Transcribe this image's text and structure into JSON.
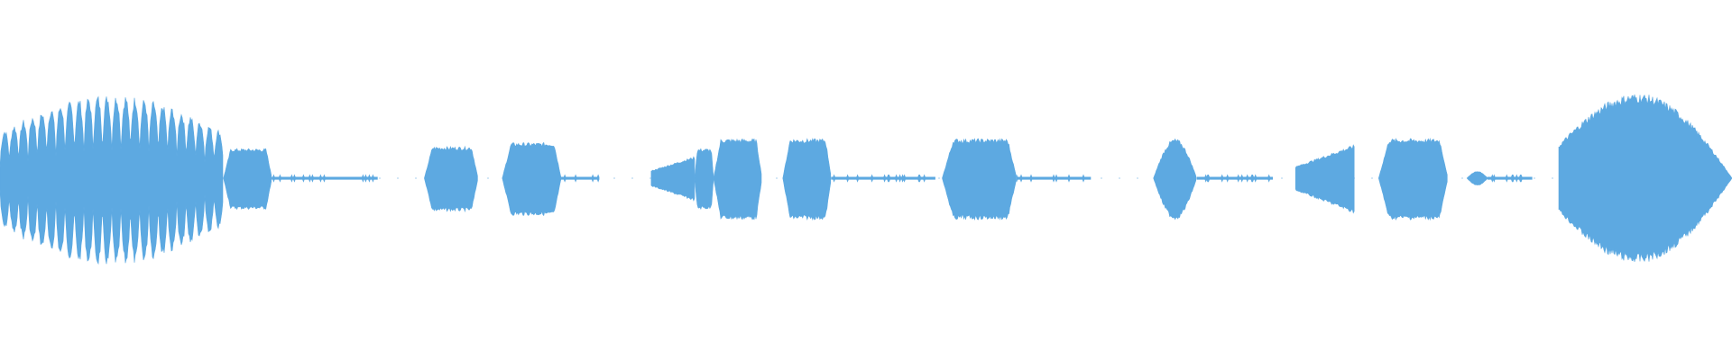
{
  "waveform": {
    "color": "#5DA9E1",
    "background": "#ffffff",
    "segments": [
      {
        "kind": "tone",
        "start": 0.0,
        "end": 0.129,
        "peak": 0.85,
        "pulses": 24
      },
      {
        "kind": "burst",
        "start": 0.129,
        "end": 0.157,
        "peak": 0.3
      },
      {
        "kind": "hiss",
        "start": 0.157,
        "end": 0.218,
        "peak": 0.02
      },
      {
        "kind": "burst",
        "start": 0.245,
        "end": 0.276,
        "peak": 0.32
      },
      {
        "kind": "burst",
        "start": 0.29,
        "end": 0.324,
        "peak": 0.36
      },
      {
        "kind": "hiss",
        "start": 0.324,
        "end": 0.346,
        "peak": 0.02
      },
      {
        "kind": "ramp",
        "start": 0.376,
        "end": 0.401,
        "peak": 0.22
      },
      {
        "kind": "burst",
        "start": 0.401,
        "end": 0.412,
        "peak": 0.3
      },
      {
        "kind": "burst",
        "start": 0.412,
        "end": 0.44,
        "peak": 0.4
      },
      {
        "kind": "burst",
        "start": 0.452,
        "end": 0.48,
        "peak": 0.4
      },
      {
        "kind": "hiss",
        "start": 0.48,
        "end": 0.54,
        "peak": 0.02
      },
      {
        "kind": "burst",
        "start": 0.544,
        "end": 0.587,
        "peak": 0.4
      },
      {
        "kind": "hiss",
        "start": 0.587,
        "end": 0.63,
        "peak": 0.02
      },
      {
        "kind": "spike",
        "start": 0.666,
        "end": 0.691,
        "peak": 0.4
      },
      {
        "kind": "hiss",
        "start": 0.691,
        "end": 0.735,
        "peak": 0.02
      },
      {
        "kind": "ramp",
        "start": 0.748,
        "end": 0.782,
        "peak": 0.34
      },
      {
        "kind": "burst",
        "start": 0.796,
        "end": 0.836,
        "peak": 0.4
      },
      {
        "kind": "dot",
        "start": 0.847,
        "end": 0.859,
        "peak": 0.07
      },
      {
        "kind": "hiss",
        "start": 0.859,
        "end": 0.885,
        "peak": 0.02
      },
      {
        "kind": "swell",
        "start": 0.9,
        "end": 1.0,
        "peak": 1.0
      }
    ]
  }
}
